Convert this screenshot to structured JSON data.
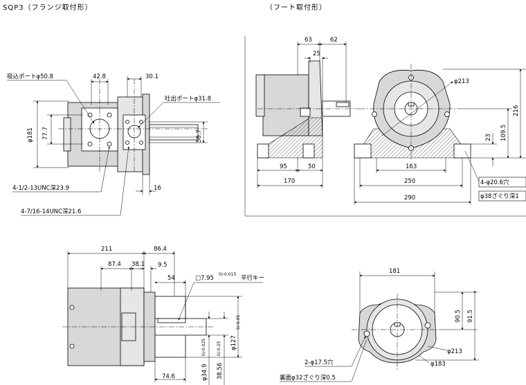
{
  "titles": {
    "flange_mount": "SQP3（フランジ取付形）",
    "foot_mount": "（フート取付形）"
  },
  "flange_view": {
    "suction_port": "吸込ポートφ50.8",
    "discharge_port": "吐出ポートφ31.8",
    "dim_42_8": "42.8",
    "dim_30_1": "30.1",
    "dim_phi181": "φ181",
    "dim_77_7": "77.7",
    "dim_58_7": "58.7",
    "dim_16": "16",
    "thread_1": "4-1/2-13UNC深23.9",
    "thread_2": "4-7/16-14UNC深21.6"
  },
  "foot_side_view": {
    "dim_63": "63",
    "dim_62": "62",
    "dim_25": "25",
    "dim_95": "95",
    "dim_50": "50",
    "dim_170": "170"
  },
  "foot_front_view": {
    "dim_phi213": "φ213",
    "dim_216": "216",
    "dim_109_5": "109.5",
    "dim_23": "23",
    "dim_163": "163",
    "dim_250": "250",
    "dim_290": "290",
    "holes": "4-φ20.6穴",
    "counterbore": "φ38ざぐり深1"
  },
  "side_view": {
    "dim_211": "211",
    "dim_86_4": "86.4",
    "dim_87_4": "87.4",
    "dim_38_1": "38.1",
    "dim_9_5": "9.5",
    "dim_54": "54",
    "key": "□7.95",
    "key_tol": "0/-0.015",
    "key_suffix": "平行キー",
    "dim_phi127": "φ127",
    "dim_phi127_tol": "0/-0.05",
    "dim_phi34_9": "φ34.9",
    "dim_phi34_9_tol": "0/-0.025",
    "dim_38_56": "38.56",
    "dim_38_56_tol": "0/-0.25",
    "dim_74_6": "74.6"
  },
  "rear_view": {
    "dim_181": "181",
    "dim_90_5": "90.5",
    "dim_91_5": "91.5",
    "dim_phi213": "φ213",
    "dim_phi183": "φ183",
    "holes": "2-φ17.5穴",
    "back_counterbore": "裏面φ32ざぐり深0.5"
  }
}
